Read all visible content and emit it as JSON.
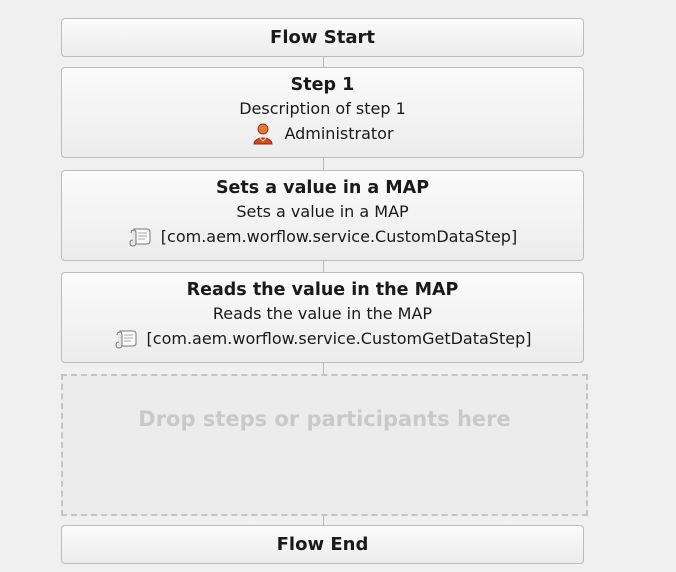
{
  "workflow": {
    "start_label": "Flow Start",
    "end_label": "Flow End",
    "drop_zone_label": "Drop steps or participants here",
    "steps": [
      {
        "title": "Step 1",
        "description": "Description of step 1",
        "meta_text": "Administrator",
        "meta_icon": "administrator-user-icon"
      },
      {
        "title": "Sets a value in a MAP",
        "description": "Sets a value in a MAP",
        "meta_text": "[com.aem.worflow.service.CustomDataStep]",
        "meta_icon": "script-scroll-icon"
      },
      {
        "title": "Reads the value in the MAP",
        "description": "Reads the value in the MAP",
        "meta_text": "[com.aem.worflow.service.CustomGetDataStep]",
        "meta_icon": "script-scroll-icon"
      }
    ]
  },
  "colors": {
    "background": "#f0f0f0",
    "node_border": "#bcbcbc",
    "drop_zone_text": "#c9c9c9",
    "admin_icon": "#d24a1f"
  }
}
